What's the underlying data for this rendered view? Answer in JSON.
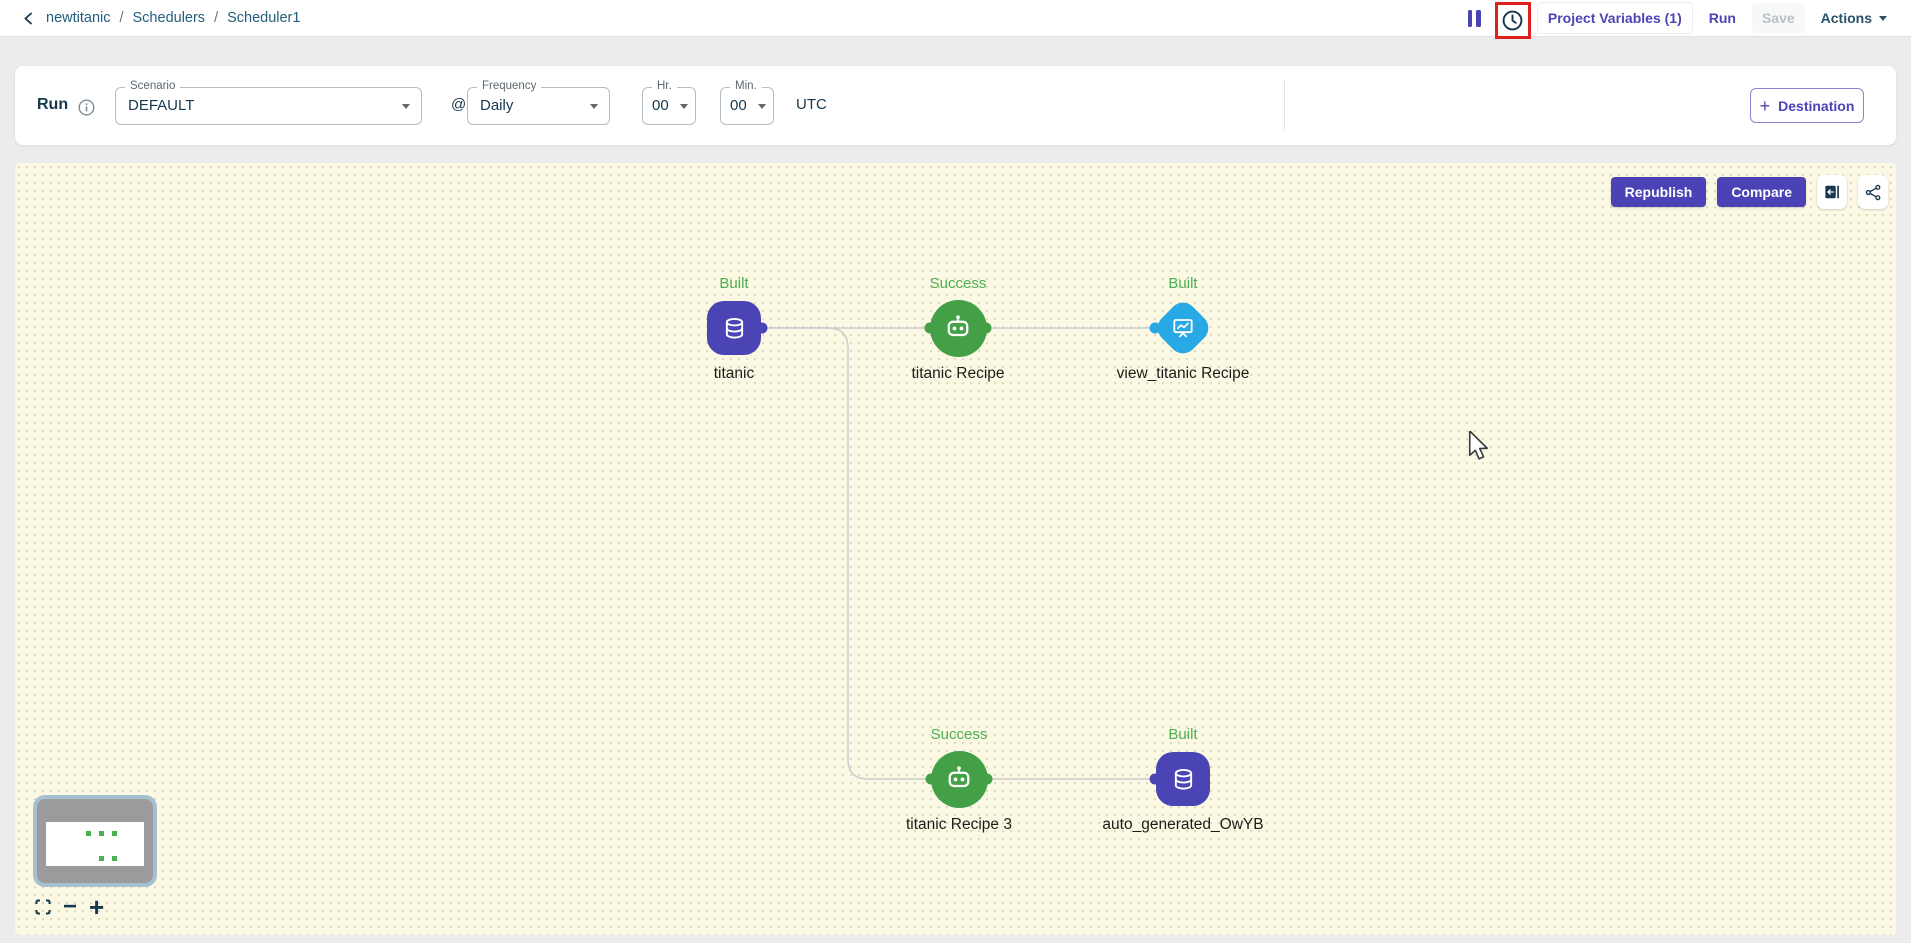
{
  "header": {
    "breadcrumb": {
      "project": "newtitanic",
      "sep1": "/",
      "section": "Schedulers",
      "sep2": "/",
      "current": "Scheduler1"
    },
    "project_variables_label": "Project Variables (1)",
    "run_label": "Run",
    "save_label": "Save",
    "actions_label": "Actions"
  },
  "toolbar": {
    "run_label": "Run",
    "scenario": {
      "label": "Scenario",
      "value": "DEFAULT"
    },
    "at_symbol": "@",
    "frequency": {
      "label": "Frequency",
      "value": "Daily"
    },
    "hour": {
      "label": "Hr.",
      "value": "00"
    },
    "minute": {
      "label": "Min.",
      "value": "00"
    },
    "timezone": "UTC",
    "destination_label": "Destination",
    "plus_glyph": "+"
  },
  "canvas": {
    "republish_label": "Republish",
    "compare_label": "Compare",
    "nodes": [
      {
        "id": "titanic",
        "type": "dataset",
        "status": "Built",
        "label": "titanic"
      },
      {
        "id": "titanic-recipe",
        "type": "recipe",
        "status": "Success",
        "label": "titanic Recipe"
      },
      {
        "id": "view-titanic-recipe",
        "type": "chart",
        "status": "Built",
        "label": "view_titanic Recipe"
      },
      {
        "id": "titanic-recipe-3",
        "type": "recipe",
        "status": "Success",
        "label": "titanic Recipe 3"
      },
      {
        "id": "auto-generated-owyb",
        "type": "dataset",
        "status": "Built",
        "label": "auto_generated_OwYB"
      }
    ],
    "zoom_controls": {
      "minus_glyph": "−",
      "plus_glyph": "+"
    }
  },
  "colors": {
    "accent_purple": "#4b44b4",
    "node_green": "#43a047",
    "node_blue": "#28a8e4",
    "status_green": "#4caf50",
    "canvas_background": "#fbf9e3",
    "annotation_red": "#e01f1f",
    "breadcrumb_text": "#235e7d"
  }
}
